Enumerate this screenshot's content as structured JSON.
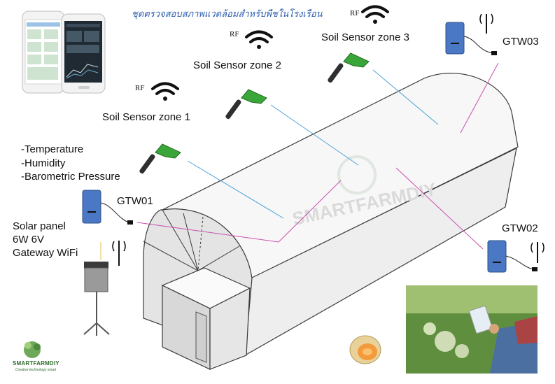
{
  "title": "ชุดตรวจสอบสภาพแวดล้อมสำหรับพืชในโรงเรือน",
  "sensors": [
    {
      "label": "Soil Sensor zone 1",
      "rf": "RF"
    },
    {
      "label": "Soil Sensor zone 2",
      "rf": "RF"
    },
    {
      "label": "Soil Sensor zone 3",
      "rf": "RF"
    }
  ],
  "gateways": [
    "GTW01",
    "GTW02",
    "GTW03"
  ],
  "measurements": [
    "-Temperature",
    "-Humidity",
    "-Barometric Pressure"
  ],
  "solar": [
    "Solar panel",
    "6W 6V",
    "Gateway WiFi"
  ],
  "logo": {
    "name": "SMARTFARMDIY",
    "tagline": "Creative technology smart"
  },
  "watermark": "SMARTFARMDIY",
  "colors": {
    "title": "#2f5fb0",
    "sensor_green": "#3aa63a",
    "gateway_blue": "#4a78c4",
    "link_blue": "#4aa3d8",
    "link_magenta": "#c94fb0"
  }
}
